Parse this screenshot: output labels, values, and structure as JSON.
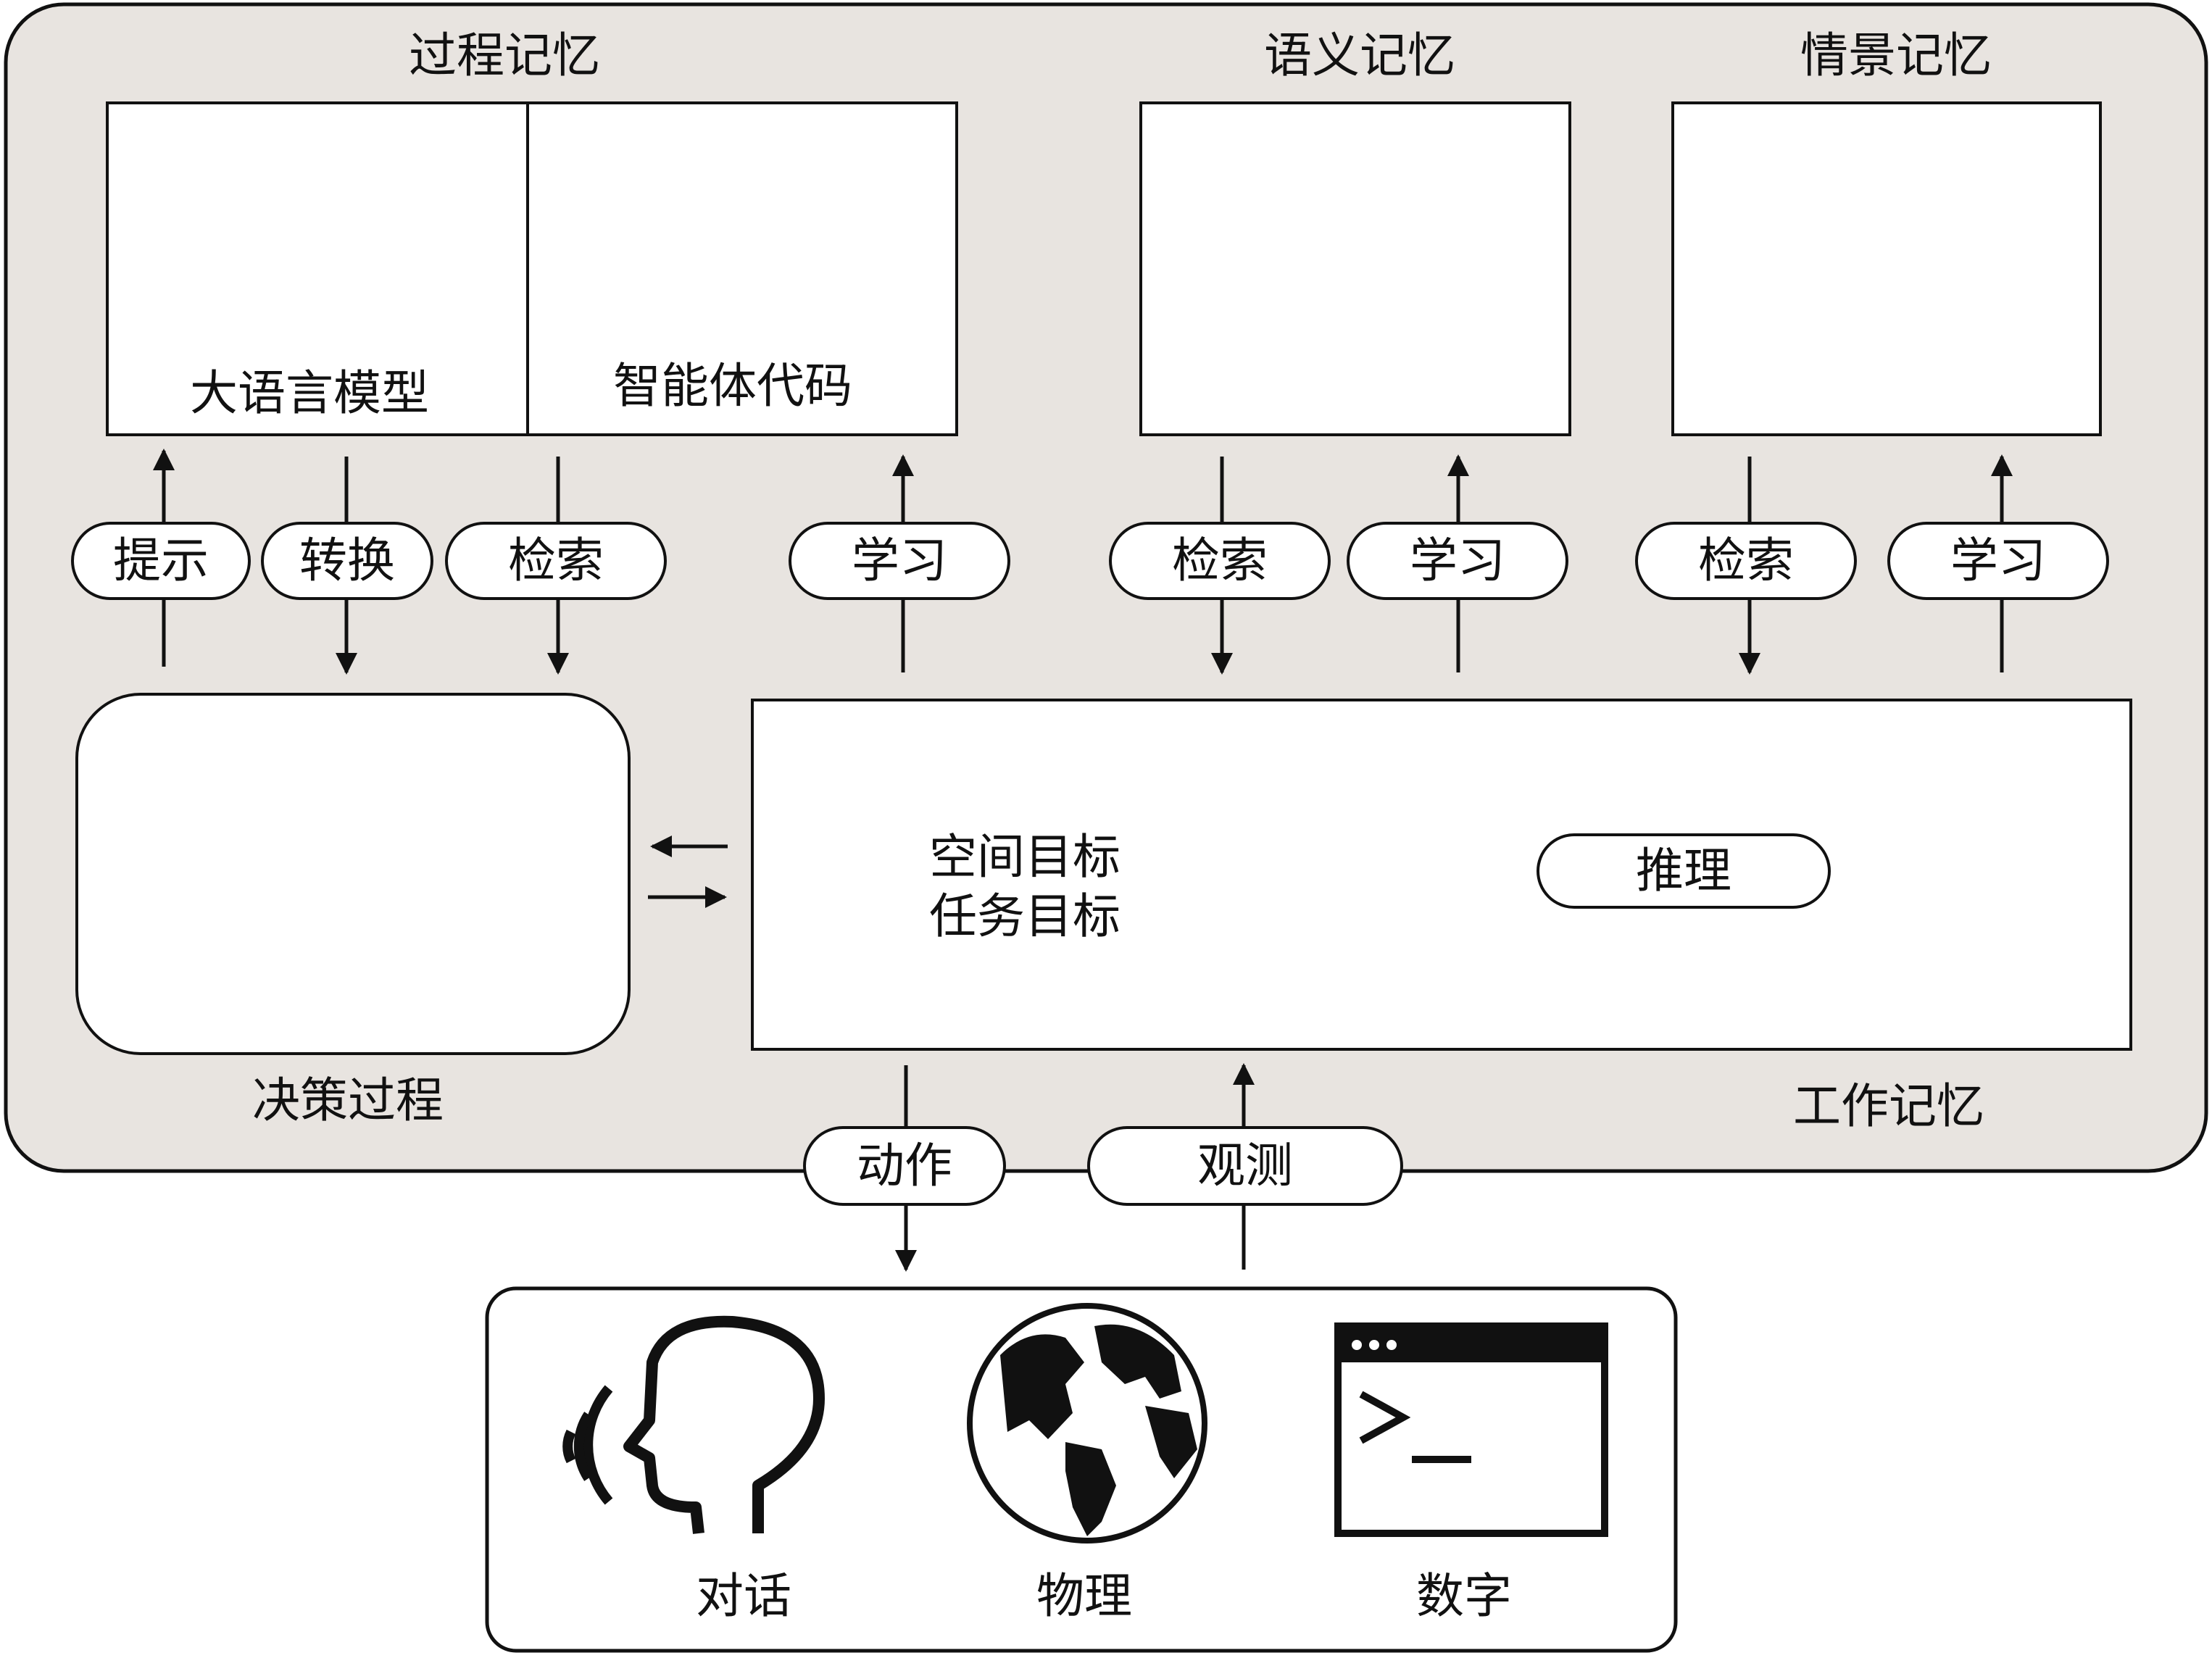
{
  "colors": {
    "outer_fill": "#e8e4e0",
    "stroke": "#111111",
    "box_fill": "#ffffff"
  },
  "memory": {
    "procedural": {
      "title": "过程记忆",
      "llm_label": "大语言模型",
      "code_label": "智能体代码"
    },
    "semantic": {
      "title": "语义记忆"
    },
    "episodic": {
      "title": "情景记忆"
    },
    "working": {
      "title": "工作记忆",
      "goal_spatial": "空间目标",
      "goal_task": "任务目标",
      "reasoning": "推理"
    }
  },
  "decision": {
    "title": "决策过程"
  },
  "edges": {
    "prompt": "提示",
    "transform": "转换",
    "retrieve_proc": "检索",
    "learn_proc": "学习",
    "retrieve_sem": "检索",
    "learn_sem": "学习",
    "retrieve_epi": "检索",
    "learn_epi": "学习",
    "action": "动作",
    "observe": "观测"
  },
  "environment": {
    "dialogue": "对话",
    "physical": "物理",
    "digital": "数字"
  },
  "icons": [
    "neural-network-icon",
    "code-lines-icon",
    "database-icon",
    "documents-icon",
    "decision-tree-icon",
    "cpu-chip-icon",
    "cycle-arrow-icon",
    "speaking-head-icon",
    "globe-icon",
    "terminal-icon"
  ]
}
